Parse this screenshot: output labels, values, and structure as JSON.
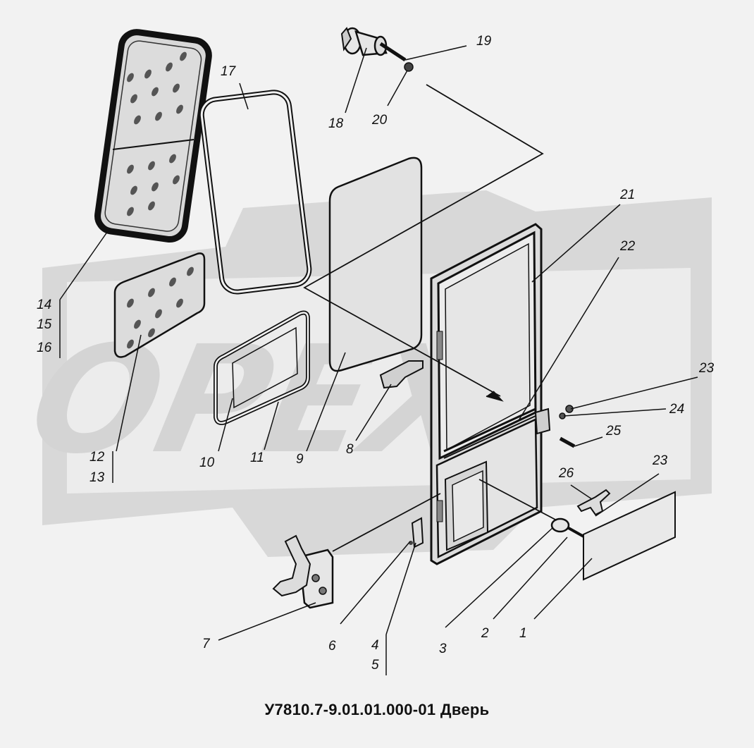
{
  "title": "У7810.7-9.01.01.000-01 Дверь",
  "watermark": {
    "text": "OPEX",
    "color": "#d4d4d4"
  },
  "callouts": {
    "n1": "1",
    "n2": "2",
    "n3": "3",
    "n4": "4",
    "n5": "5",
    "n6": "6",
    "n7": "7",
    "n8": "8",
    "n9": "9",
    "n10": "10",
    "n11": "11",
    "n12": "12",
    "n13": "13",
    "n14": "14",
    "n15": "15",
    "n16": "16",
    "n17": "17",
    "n18": "18",
    "n19": "19",
    "n20": "20",
    "n21": "21",
    "n22": "22",
    "n23a": "23",
    "n23b": "23",
    "n24": "24",
    "n25": "25",
    "n26": "26"
  },
  "colors": {
    "line": "#111111",
    "part_fill": "#e6e6e6",
    "background": "#f2f2f2"
  }
}
